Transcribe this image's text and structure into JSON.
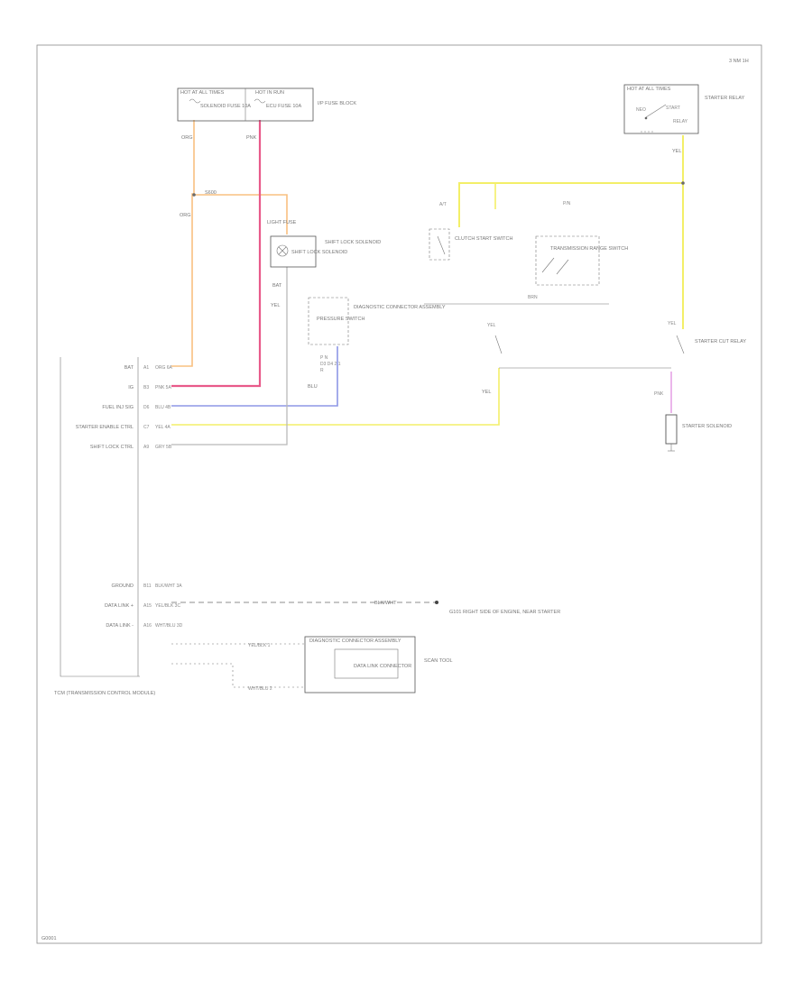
{
  "page": {
    "corner_code": "3 NM 1H",
    "footer_code": "G0001"
  },
  "fuse_block": {
    "title_left": "HOT AT ALL TIMES",
    "title_right": "HOT IN RUN",
    "fuse_left_label": "SOLENOID FUSE 10A",
    "fuse_right_label": "ECU FUSE 10A",
    "side_label": "I/P FUSE BLOCK",
    "wire_left_color": "ORG",
    "wire_right_color": "PNK",
    "splice_label": "S600"
  },
  "relay_box": {
    "title": "HOT AT ALL TIMES",
    "side_label": "STARTER RELAY",
    "contact_a": "NEO",
    "contact_b": "START",
    "contact_c": "RELAY",
    "wire_color": "YEL"
  },
  "shift_lock": {
    "fuse_label": "LIGHT FUSE",
    "name": "SHIFT LOCK SOLENOID",
    "side_label": "SHIFT LOCK SOLENOID",
    "pin_label": "BAT",
    "wire_color": "ORG"
  },
  "cruise": {
    "label": "CLUTCH START SWITCH",
    "pin_top": "A/T",
    "wire_label": "YEL"
  },
  "trans": {
    "label": "TRANSMISSION RANGE SWITCH",
    "pin_top": "P/N",
    "pin_bottom": "BRN"
  },
  "pressure": {
    "label": "DIAGNOSTIC CONNECTOR ASSEMBLY",
    "inner_label": "PRESSURE SWITCH",
    "spec_rows": [
      "P N",
      "D3 D4 2 1",
      "R"
    ],
    "wire_label": "BLU"
  },
  "starter_cut": {
    "label": "STARTER CUT RELAY",
    "wire_top": "YEL",
    "wire_bottom": "PNK",
    "wire_mid": "YEL"
  },
  "starter_solenoid": {
    "label": "STARTER SOLENOID"
  },
  "ecm": {
    "bottom_label": "TCM (TRANSMISSION CONTROL MODULE)",
    "pin_labels": [
      "BAT",
      "IG",
      "FUEL INJ SIG",
      "STARTER ENABLE CTRL",
      "SHIFT LOCK CTRL",
      "",
      "",
      "",
      "",
      "",
      "",
      "GROUND",
      "DATA LINK +",
      "DATA LINK -"
    ],
    "pin_numbers": [
      "A1",
      "B3",
      "D6",
      "C7",
      "A9",
      "",
      "",
      "",
      "",
      "",
      "",
      "B11",
      "A15",
      "A16"
    ],
    "wire_labels": [
      "ORG  6A",
      "PNK  5A",
      "BLU  4B",
      "YEL  4A",
      "GRY  5B",
      "",
      "",
      "",
      "",
      "",
      "",
      "BLK/WHT  3A",
      "YEL/BLK  3C",
      "WHT/BLU  3D"
    ],
    "ground_wire_label": "BLK/WHT",
    "ground_note": "G101  RIGHT SIDE OF ENGINE, NEAR STARTER"
  },
  "dlc": {
    "title": "DIAGNOSTIC CONNECTOR ASSEMBLY",
    "inner_label": "DATA LINK CONNECTOR",
    "side_label": "SCAN TOOL",
    "wire_top": "YEL/BLK  1",
    "wire_bottom": "WHT/BLU  2"
  },
  "colors": {
    "orange": "#f8c080",
    "pink": "#e85a8a",
    "blue": "#8e97e6",
    "yellow": "#f3ef68",
    "gray": "#b9b9b9",
    "magenta": "#e6a3e6",
    "line": "#6a6a6a"
  }
}
